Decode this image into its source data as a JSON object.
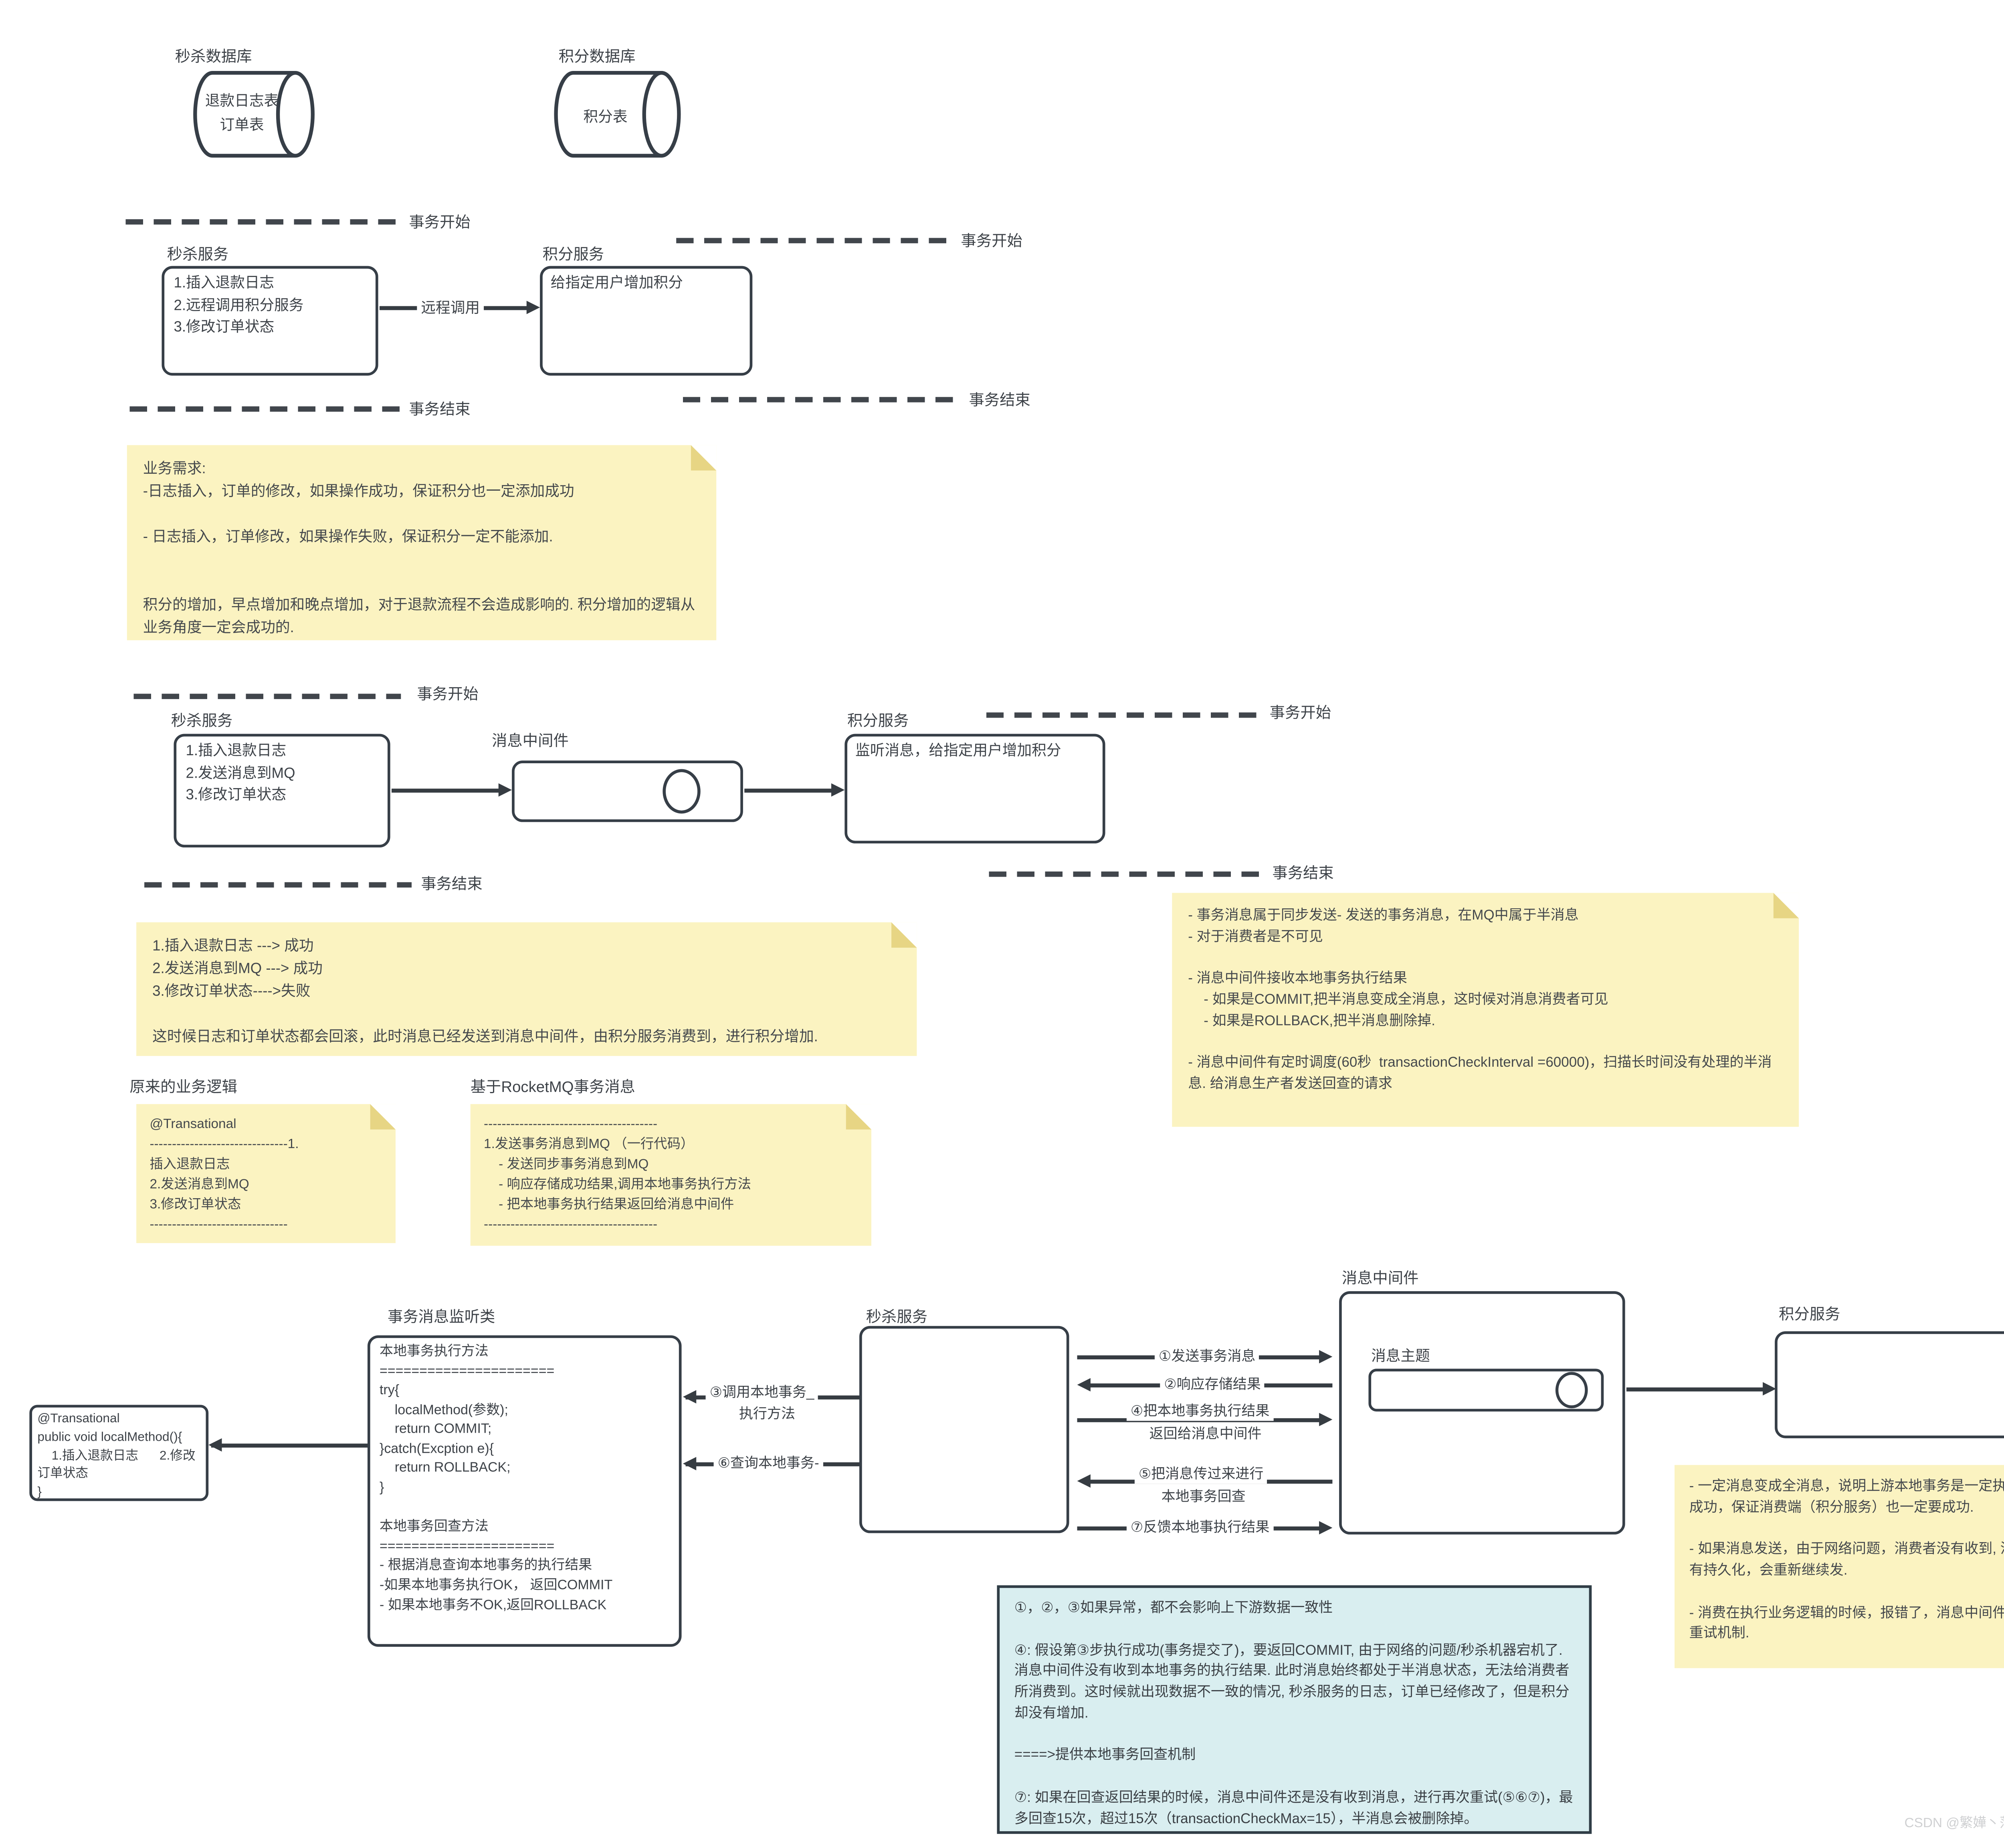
{
  "labels": {
    "tx_begin": "事务开始",
    "tx_end": "事务结束",
    "seckill_service": "秒杀服务",
    "points_service": "积分服务",
    "mq_middleware": "消息中间件",
    "remote_call": "远程调用",
    "message_topic": "消息主题",
    "listener_class": "事务消息监听类",
    "legacy_logic": "原来的业务逻辑",
    "rocketmq_tx": "基于RocketMQ事务消息"
  },
  "databases": {
    "seckill": {
      "title": "秒杀数据库",
      "tables": [
        "退款日志表",
        "订单表"
      ]
    },
    "points": {
      "title": "积分数据库",
      "tables": [
        "积分表"
      ]
    }
  },
  "flow1": {
    "seckill_steps": [
      "1.插入退款日志",
      "2.远程调用积分服务",
      "3.修改订单状态"
    ],
    "points_action": "给指定用户增加积分"
  },
  "flow2": {
    "seckill_steps": [
      "1.插入退款日志",
      "2.发送消息到MQ",
      "3.修改订单状态"
    ],
    "points_action": "监听消息，给指定用户增加积分"
  },
  "notes": {
    "requirements": [
      "业务需求:",
      "-日志插入，订单的修改，如果操作成功，保证积分也一定添加成功",
      "",
      "- 日志插入，订单修改，如果操作失败，保证积分一定不能添加.",
      "",
      "",
      "积分的增加，早点增加和晚点增加，对于退款流程不会造成影响的. 积分增加的逻辑从业务角度一定会成功的."
    ],
    "rollback": [
      "1.插入退款日志 ---> 成功",
      "2.发送消息到MQ ---> 成功",
      "3.修改订单状态---->失败",
      "",
      "这时候日志和订单状态都会回滚，此时消息已经发送到消息中间件，由积分服务消费到，进行积分增加."
    ],
    "half_message": [
      "- 事务消息属于同步发送- 发送的事务消息，在MQ中属于半消息",
      "- 对于消费者是不可见",
      "",
      "- 消息中间件接收本地事务执行结果",
      "    - 如果是COMMIT,把半消息变成全消息，这时候对消息消费者可见",
      "    - 如果是ROLLBACK,把半消息删除掉.",
      "",
      "- 消息中间件有定时调度(60秒  transactionCheckInterval =60000)，扫描长时间没有处理的半消息. 给消息生产者发送回查的请求"
    ],
    "legacy": [
      "@Transational",
      "-------------------------------1.",
      "插入退款日志",
      "2.发送消息到MQ",
      "3.修改订单状态",
      "-------------------------------"
    ],
    "rocketmq": [
      "---------------------------------------",
      "1.发送事务消息到MQ （一行代码）",
      "    - 发送同步事务消息到MQ",
      "    - 响应存储成功结果,调用本地事务执行方法",
      "    - 把本地事务执行结果返回给消息中间件",
      "---------------------------------------"
    ],
    "full_message": [
      "- 一定消息变成全消息，说明上游本地事务是一定执行成功，保证消费端（积分服务）也一定要成功.",
      "",
      "- 如果消息发送，由于网络问题，消费者没有收到, 消息有持久化，会重新继续发.",
      "",
      "- 消费在执行业务逻辑的时候，报错了，消息中间件有重试机制."
    ],
    "blue": [
      "①，②，③如果异常，都不会影响上下游数据一致性",
      "",
      "④: 假设第③步执行成功(事务提交了)，要返回COMMIT, 由于网络的问题/秒杀机器宕机了. 消息中间件没有收到本地事务的执行结果. 此时消息始终都处于半消息状态，无法给消费者所消费到。这时候就出现数据不一致的情况, 秒杀服务的日志，订单已经修改了，但是积分却没有增加.",
      "",
      "====>提供本地事务回查机制",
      "",
      "⑦: 如果在回查返回结果的时候，消息中间件还是没有收到消息，进行再次重试(⑤⑥⑦)，最多回查15次，超过15次（transactionCheckMax=15），半消息会被删除掉。"
    ]
  },
  "bottom": {
    "listener_body": [
      "本地事务执行方法",
      "======================",
      "try{",
      "    localMethod(参数);",
      "    return COMMIT;",
      "}catch(Excption e){",
      "    return ROLLBACK;",
      "}",
      "",
      "本地事务回查方法",
      "======================",
      "- 根据消息查询本地事务的执行结果",
      "-如果本地事务执行OK， 返回COMMIT",
      "- 如果本地事务不OK,返回ROLLBACK"
    ],
    "local_method": [
      "@Transational",
      "public void localMethod(){",
      "    1.插入退款日志      2.修改订单状态",
      "}"
    ],
    "arrows": {
      "a1": "①发送事务消息",
      "a2": "②响应存储结果",
      "a3_l1": "③调用本地事务_",
      "a3_l2": "执行方法",
      "a4_l1": "④把本地事务执行结果",
      "a4_l2": "返回给消息中间件",
      "a5_l1": "⑤把消息传过来进行",
      "a5_l2": "本地事务回查",
      "a6": "⑥查询本地事务-",
      "a7": "⑦反馈本地事执行结果"
    }
  },
  "watermark": "CSDN @繁嬅丶落尽"
}
